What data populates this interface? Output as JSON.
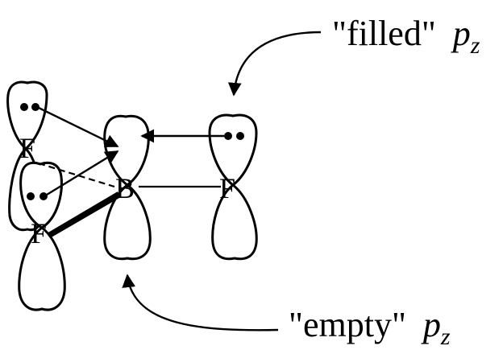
{
  "atoms": {
    "boron": "B",
    "fluorine_right": "F",
    "fluorine_upper_left": "F",
    "fluorine_lower_left": "F"
  },
  "labels": {
    "filled": {
      "quote_text": "\"filled\"",
      "orbital": "p",
      "sub": "z"
    },
    "empty": {
      "quote_text": "\"empty\"",
      "orbital": "p",
      "sub": "z"
    }
  }
}
